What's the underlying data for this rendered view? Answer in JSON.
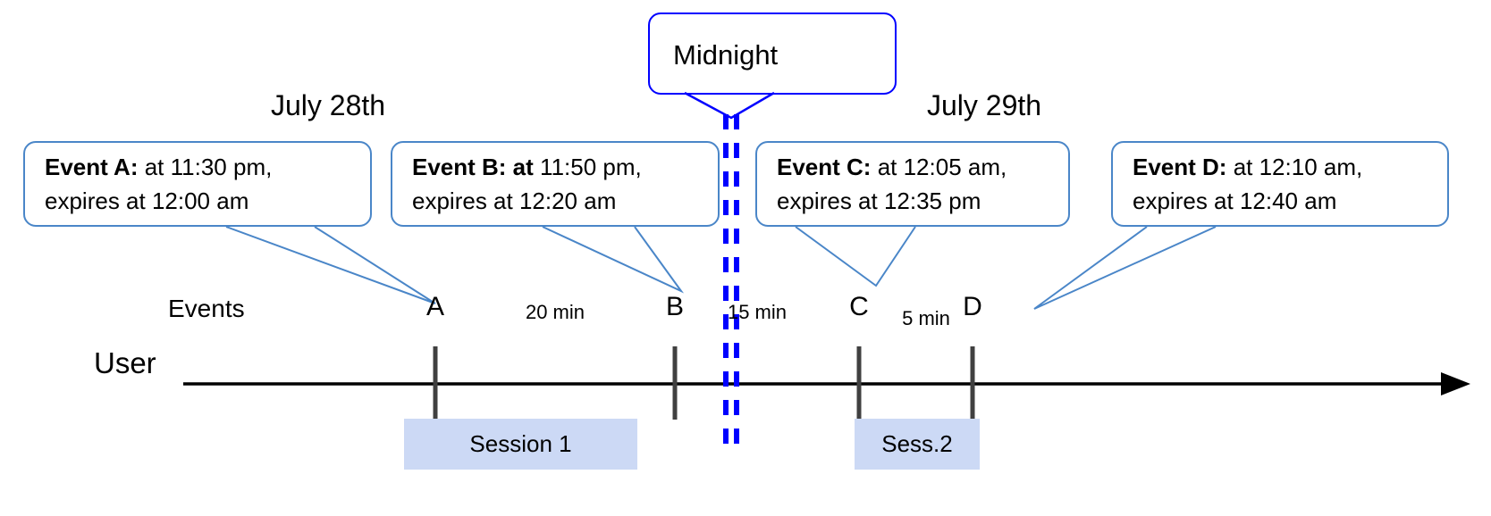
{
  "diagram": {
    "title_blocks": {
      "midnight_label": "Midnight",
      "date_left": "July 28th",
      "date_right": "July 29th"
    },
    "axis": {
      "row_label_events": "Events",
      "row_label_user": "User"
    },
    "callouts": [
      {
        "name": "event-a",
        "bold": "Event A:",
        "line1_rest": " at 11:30 pm,",
        "line2": "expires at 12:00 am"
      },
      {
        "name": "event-b",
        "bold": "Event B: at",
        "line1_rest": " 11:50 pm,",
        "line2": "expires at 12:20 am"
      },
      {
        "name": "event-c",
        "bold": "Event C:",
        "line1_rest": " at 12:05 am,",
        "line2": "expires at 12:35 pm"
      },
      {
        "name": "event-d",
        "bold": "Event D:",
        "line1_rest": "  at 12:10 am,",
        "line2": "expires at 12:40 am"
      }
    ],
    "markers": [
      {
        "id": "A",
        "label": "A"
      },
      {
        "id": "B",
        "label": "B"
      },
      {
        "id": "C",
        "label": "C"
      },
      {
        "id": "D",
        "label": "D"
      }
    ],
    "intervals": [
      {
        "id": "a-b",
        "label": "20 min"
      },
      {
        "id": "b-c",
        "label": "15 min"
      },
      {
        "id": "c-d",
        "label": "5 min"
      }
    ],
    "sessions": [
      {
        "id": "session-1",
        "label": "Session 1"
      },
      {
        "id": "session-2",
        "label": "Sess.2"
      }
    ],
    "colors": {
      "callout_border": "#4a86c8",
      "midnight_border": "#0000ff",
      "midnight_dash": "#0000ff",
      "session_fill": "#ccd9f5",
      "axis": "#000000",
      "tick": "#404040"
    }
  }
}
